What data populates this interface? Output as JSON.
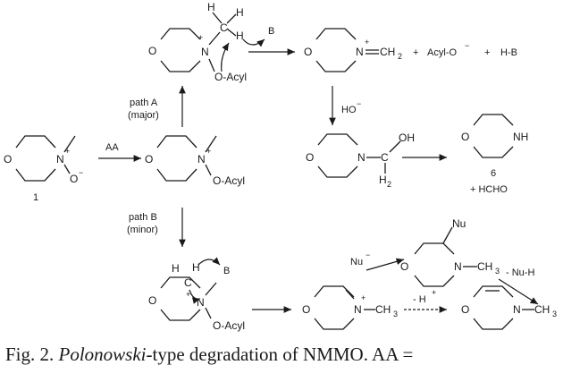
{
  "labels": {
    "aa": "AA",
    "path_a": "path A",
    "path_a_sub": "(major)",
    "path_b": "path B",
    "path_b_sub": "(minor)",
    "ho_minus": "HO",
    "nu_minus": "Nu",
    "minus_h_plus": "- H",
    "minus_nu_h": "- Nu-H",
    "b_top": "B",
    "b_bottom": "B",
    "acyl_o_minus": "Acyl-O",
    "h_b": "H-B",
    "plus_hcho": "+ HCHO",
    "compound_1": "1",
    "compound_6": "6"
  },
  "atoms": {
    "o": "O",
    "n": "N",
    "nh": "NH",
    "ch3": "CH",
    "ch2": "CH",
    "h": "H",
    "oh": "OH",
    "nu": "Nu",
    "o_acyl": "O-Acyl",
    "o_minus": "O",
    "c": "C"
  },
  "caption": {
    "prefix": "Fig. 2. ",
    "italic": "Polonowski",
    "suffix": "-type degradation of NMMO. AA ="
  }
}
